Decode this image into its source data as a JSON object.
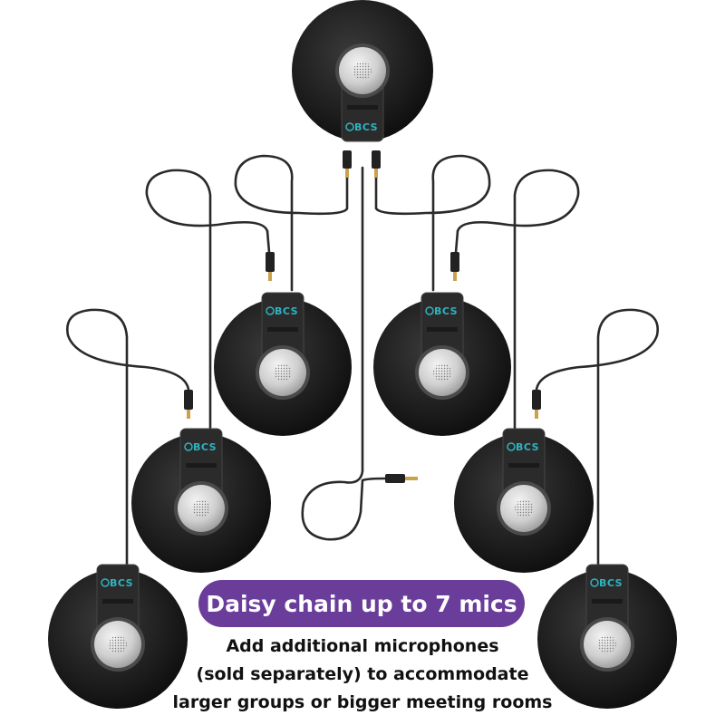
{
  "headline": "Daisy chain up to 7 mics",
  "description_lines": [
    "Add additional microphones",
    "(sold separately) to accommodate",
    "larger groups or bigger meeting rooms"
  ],
  "brand_logo_text": "BCS",
  "microphone_count": 7,
  "colors": {
    "headline_background": "#6a3d9a",
    "headline_text": "#ffffff",
    "description_text": "#111111",
    "microphone_base": "#1e1e1e",
    "microphone_grille": "#d6d6d6",
    "logo_accent": "#2fb3c0",
    "cable": "#2a2a2a"
  }
}
